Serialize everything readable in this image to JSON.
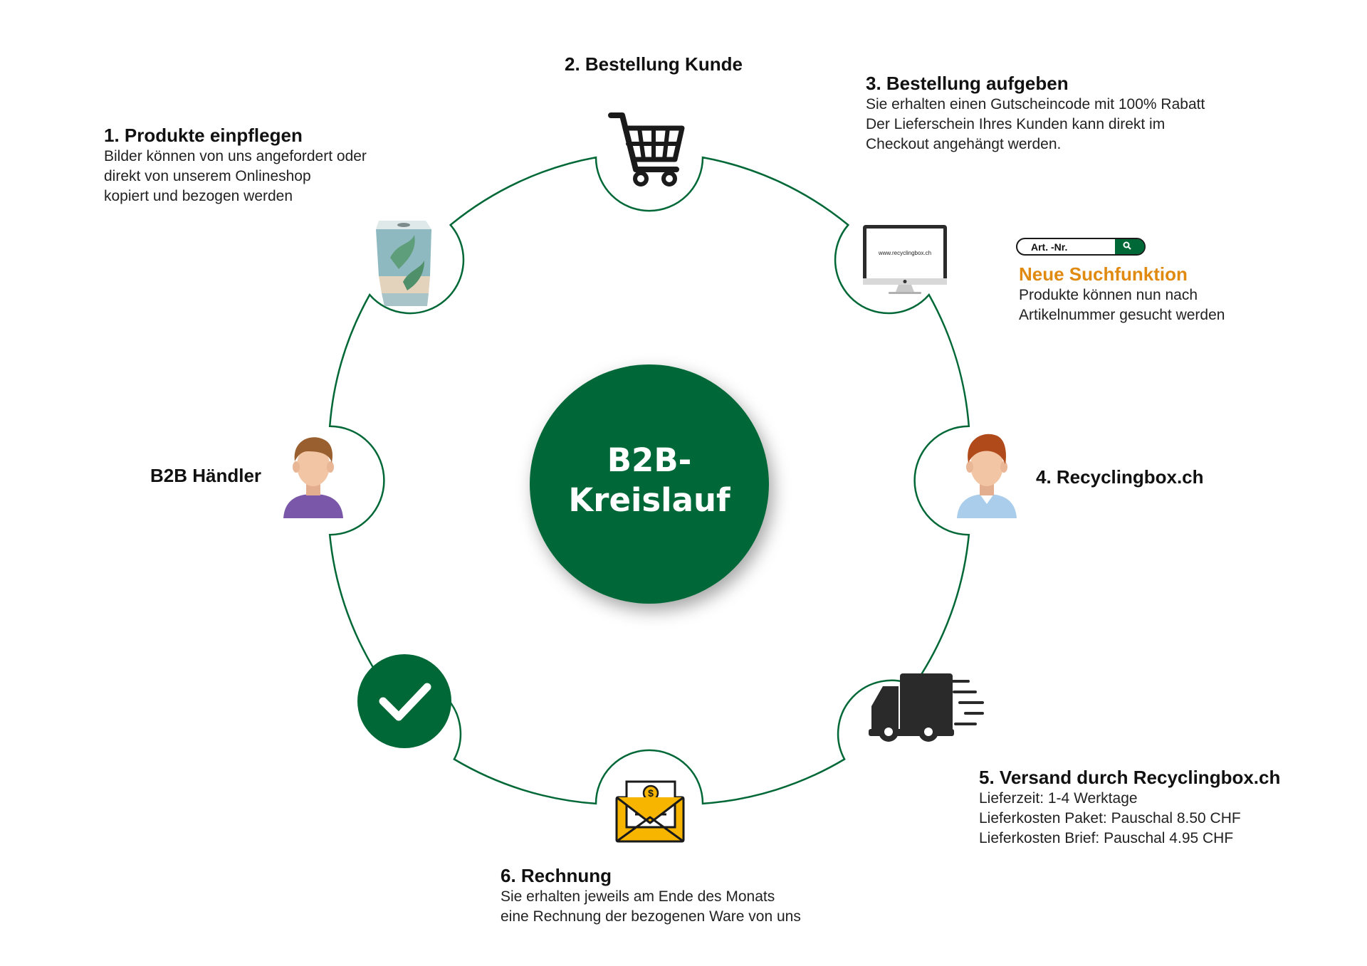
{
  "center": {
    "line1": "B2B-",
    "line2": "Kreislauf"
  },
  "steps": [
    {
      "title": "1. Produkte einpflegen",
      "lines": [
        "Bilder können von uns angefordert oder",
        "direkt von unserem Onlineshop",
        "kopiert und bezogen werden"
      ]
    },
    {
      "title": "2. Bestellung Kunde"
    },
    {
      "title": "3. Bestellung aufgeben",
      "lines": [
        "Sie erhalten einen Gutscheincode mit 100% Rabatt",
        "Der Lieferschein Ihres Kunden kann direkt im",
        "Checkout angehängt werden."
      ]
    },
    {
      "title": "4. Recyclingbox.ch"
    },
    {
      "title": "5. Versand durch Recyclingbox.ch",
      "lines": [
        "Lieferzeit: 1-4 Werktage",
        "Lieferkosten Paket: Pauschal 8.50 CHF",
        "Lieferkosten Brief: Pauschal 4.95 CHF"
      ]
    },
    {
      "title": "6. Rechnung",
      "lines": [
        "Sie erhalten jeweils am Ende des Monats",
        "eine Rechnung der bezogenen Ware von uns"
      ]
    }
  ],
  "dealer": {
    "label": "B2B Händler"
  },
  "search_feature": {
    "search_box_label": "Art. -Nr.",
    "title": "Neue Suchfunktion",
    "lines": [
      "Produkte können nun nach",
      "Artikelnummer gesucht werden"
    ]
  },
  "monitor": {
    "url": "www.recyclingbox.ch"
  },
  "colors": {
    "green": "#006837",
    "orange": "#e08a12",
    "cart": "#1a1a1a",
    "envelope": "#f7b500"
  },
  "icons": [
    "recycling-bin-icon",
    "shopping-cart-icon",
    "monitor-icon",
    "person-icon",
    "delivery-truck-icon",
    "invoice-envelope-icon",
    "checkmark-icon"
  ]
}
